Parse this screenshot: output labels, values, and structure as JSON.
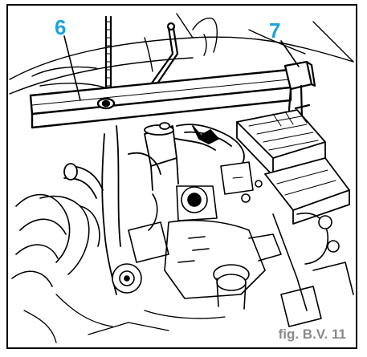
{
  "figure": {
    "callouts": [
      {
        "label": "6",
        "color": "#1ba3dc"
      },
      {
        "label": "7",
        "color": "#1ba3dc"
      }
    ],
    "caption": "fig. B.V. 11"
  }
}
